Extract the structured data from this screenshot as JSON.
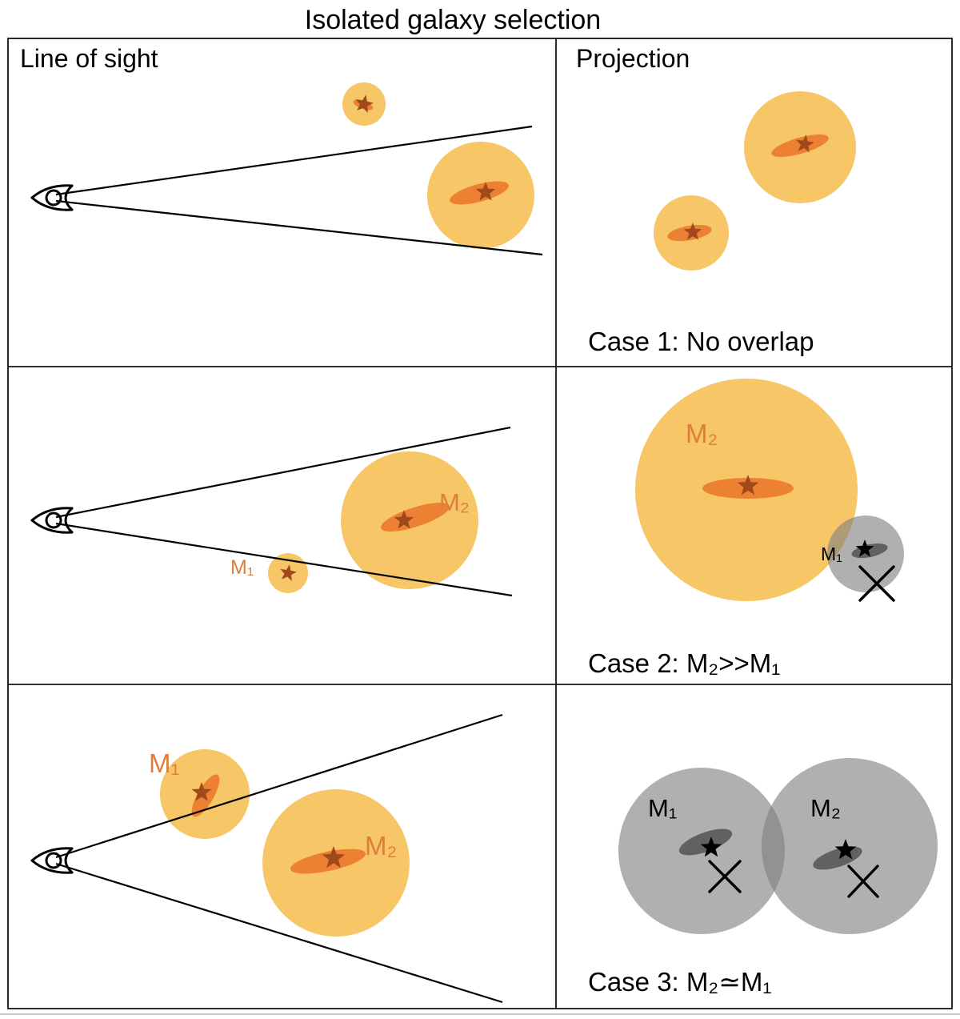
{
  "title": "Isolated galaxy selection",
  "headers": {
    "line_of_sight": "Line of sight",
    "projection": "Projection"
  },
  "case1": {
    "caption": "Case 1: No overlap"
  },
  "case2": {
    "caption": "Case 2: M₂>>M₁",
    "los_m1": "M₁",
    "los_m2": "M₂",
    "proj_m1": "M₁",
    "proj_m2": "M₂"
  },
  "case3": {
    "caption": "Case 3: M₂≃M₁",
    "los_m1": "M₁",
    "los_m2": "M₂",
    "proj_m1": "M₁",
    "proj_m2": "M₂"
  },
  "colors": {
    "halo_orange": "#F6C667",
    "disk_orange": "#EC8033",
    "star_orange": "#A04A1C",
    "label_orange": "#DD7E3C",
    "halo_gray": "#808080",
    "disk_gray": "#4A4A4A",
    "line_black": "#000000"
  }
}
